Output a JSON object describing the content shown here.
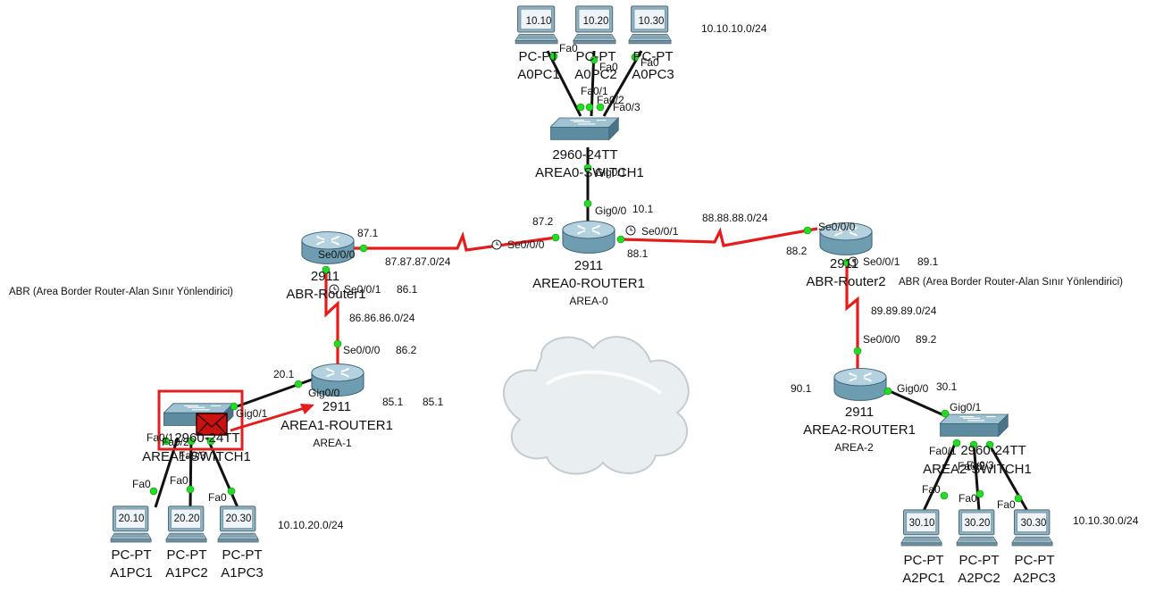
{
  "colors": {
    "serial_link": "#e81b1b",
    "ethernet_link": "#111111",
    "port_up": "#22dd22",
    "device": "#6c98ad",
    "pdu": "#cc1111",
    "selection_box": "#e02020"
  },
  "devices": {
    "a0pc1": {
      "screen": "10.10",
      "type": "PC-PT",
      "name": "A0PC1",
      "icon": "pc-icon"
    },
    "a0pc2": {
      "screen": "10.20",
      "type": "PC-PT",
      "name": "A0PC2",
      "icon": "pc-icon"
    },
    "a0pc3": {
      "screen": "10.30",
      "type": "PC-PT",
      "name": "A0PC3",
      "icon": "pc-icon"
    },
    "a0switch": {
      "model": "2960-24TT",
      "name": "AREA0-SWITCH1",
      "icon": "switch-icon"
    },
    "a0router": {
      "model": "2911",
      "name": "AREA0-ROUTER1",
      "area": "AREA-0",
      "icon": "router-icon"
    },
    "abr1": {
      "model": "2911",
      "name": "ABR-Router1",
      "description": "ABR (Area Border Router-Alan Sınır Yönlendirici)",
      "icon": "router-icon"
    },
    "abr2": {
      "model": "2911",
      "name": "ABR-Router2",
      "description": "ABR (Area Border Router-Alan Sınır Yönlendirici)",
      "icon": "router-icon"
    },
    "a1router": {
      "model": "2911",
      "name": "AREA1-ROUTER1",
      "area": "AREA-1",
      "icon": "router-icon"
    },
    "a1switch": {
      "model": "2960-24TT",
      "name": "AREA1-SWITCH1",
      "icon": "switch-icon"
    },
    "a1pc1": {
      "screen": "20.10",
      "type": "PC-PT",
      "name": "A1PC1",
      "icon": "pc-icon"
    },
    "a1pc2": {
      "screen": "20.20",
      "type": "PC-PT",
      "name": "A1PC2",
      "icon": "pc-icon"
    },
    "a1pc3": {
      "screen": "20.30",
      "type": "PC-PT",
      "name": "A1PC3",
      "icon": "pc-icon"
    },
    "a2router": {
      "model": "2911",
      "name": "AREA2-ROUTER1",
      "area": "AREA-2",
      "icon": "router-icon"
    },
    "a2switch": {
      "model": "2960-24TT",
      "name": "AREA2-SWITCH1",
      "icon": "switch-icon"
    },
    "a2pc1": {
      "screen": "30.10",
      "type": "PC-PT",
      "name": "A2PC1",
      "icon": "pc-icon"
    },
    "a2pc2": {
      "screen": "30.20",
      "type": "PC-PT",
      "name": "A2PC2",
      "icon": "pc-icon"
    },
    "a2pc3": {
      "screen": "30.30",
      "type": "PC-PT",
      "name": "A2PC3",
      "icon": "pc-icon"
    }
  },
  "networks": {
    "area0_lan": "10.10.10.0/24",
    "area1_lan": "10.10.20.0/24",
    "area2_lan": "10.10.30.0/24",
    "abr1_area0": "87.87.87.0/24",
    "abr2_area0": "88.88.88.0/24",
    "abr1_area1": "86.86.86.0/24",
    "abr2_area2": "89.89.89.0/24"
  },
  "addresses": {
    "a0r_gig": "10.1",
    "a0r_se000": "87.2",
    "a0r_se001": "88.1",
    "abr1_se000": "87.1",
    "abr1_se001": "86.1",
    "abr2_se000": "88.2",
    "abr2_se001": "89.1",
    "a1r_se000": "86.2",
    "a1r_gig": "20.1",
    "a1r_extra1": "85.1",
    "a1r_extra2": "85.1",
    "a2r_se000": "89.2",
    "a2r_gig_left": "90.1",
    "a2r_gig": "30.1"
  },
  "ports": {
    "fa0": "Fa0",
    "fa01": "Fa0/1",
    "fa02": "Fa0/2",
    "fa03": "Fa0/3",
    "gig00": "Gig0/0",
    "gig01": "Gig0/1",
    "se000": "Se0/0/0",
    "se001": "Se0/0/1"
  },
  "cloud": {
    "icon": "cloud-icon"
  },
  "pdu": {
    "icon": "envelope-icon"
  }
}
